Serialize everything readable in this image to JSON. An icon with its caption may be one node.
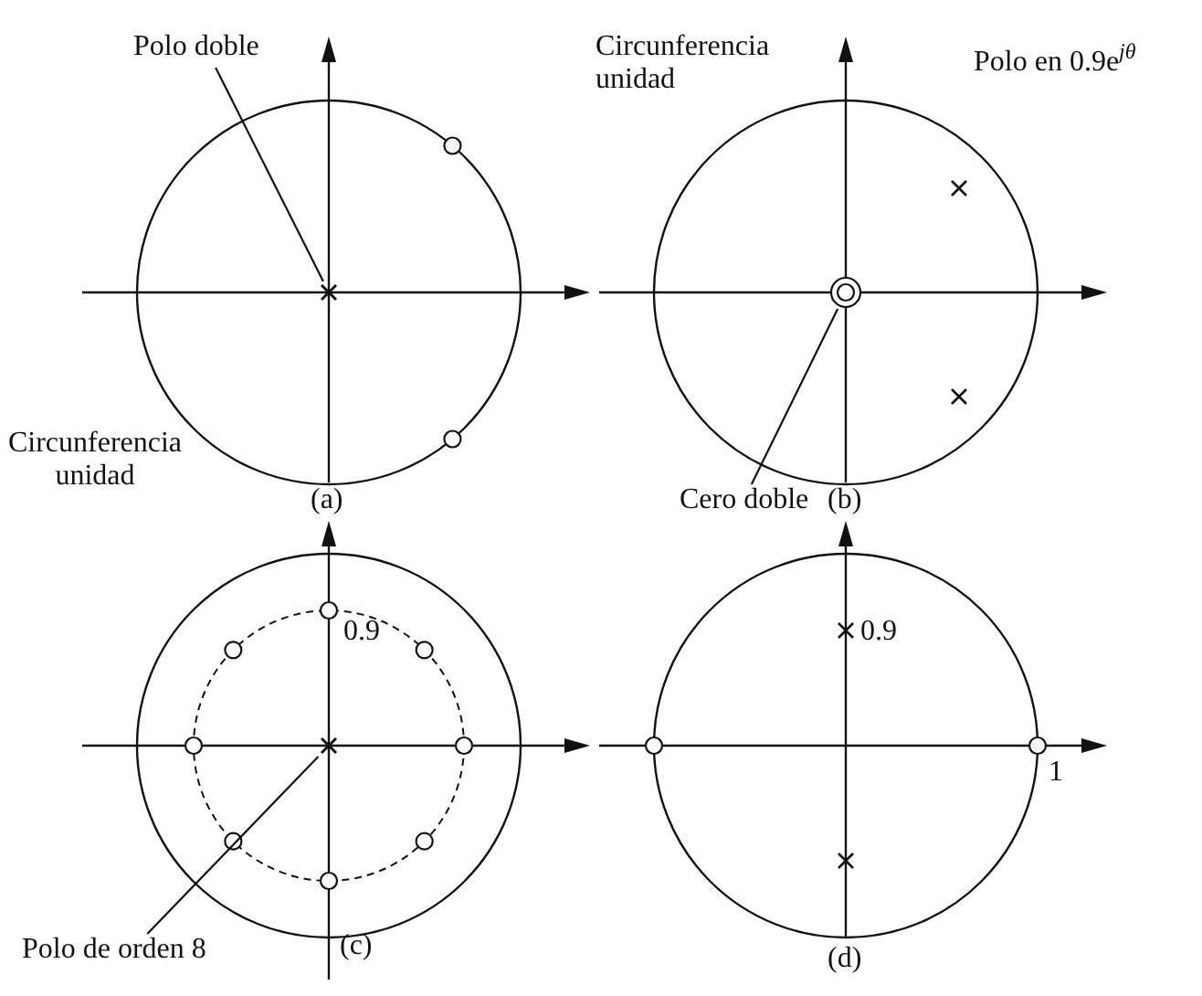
{
  "diagram": {
    "nodes": [
      {
        "text": [
          "Polo doble"
        ]
      },
      {
        "text": [],
        "shape": "cross"
      },
      {
        "text": [
          "Cero doble"
        ]
      },
      {
        "text": [],
        "shape": "circle"
      },
      {
        "text": [
          "Polo de orden 8"
        ]
      },
      {
        "text": [],
        "shape": "cross"
      }
    ],
    "edges": [
      {
        "from": 0,
        "to": 1,
        "arrow": "none"
      },
      {
        "from": 2,
        "to": 3,
        "arrow": "none"
      },
      {
        "from": 4,
        "to": 5,
        "arrow": "none"
      }
    ],
    "labels": [
      "Circunferencia unidad",
      "(a)",
      "Circunferencia unidad",
      "Polo en 0.9e$^{jθ}$",
      "(b)",
      "0.9",
      "(c)",
      "0.9",
      "1",
      "(d)"
    ]
  }
}
